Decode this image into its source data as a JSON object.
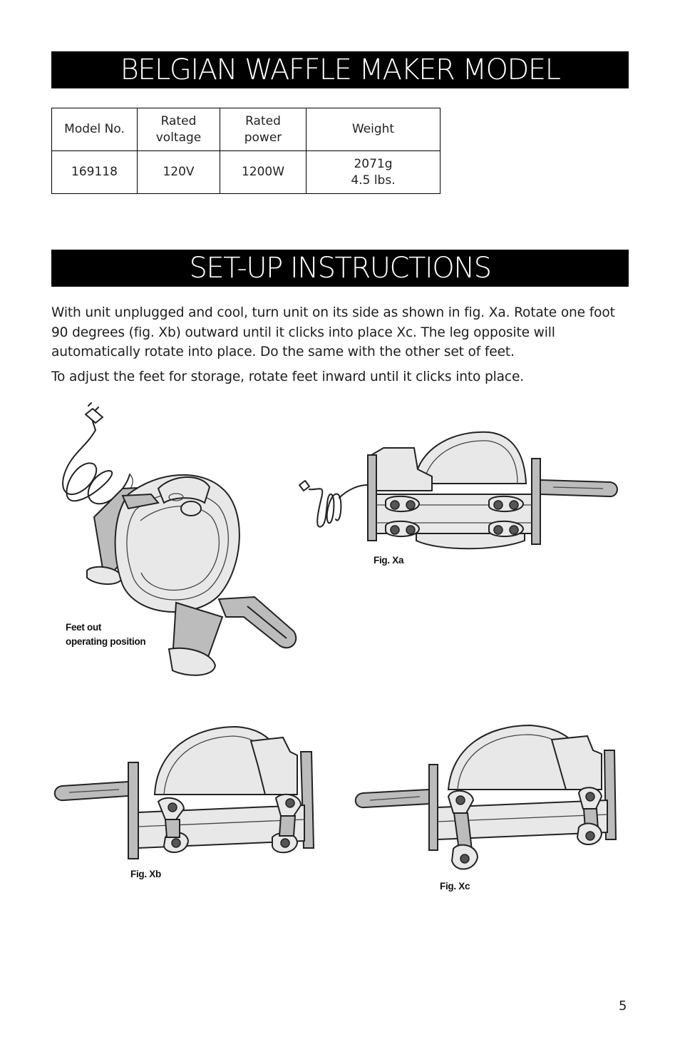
{
  "sections": {
    "model_heading": "BELGIAN WAFFLE MAKER MODEL",
    "setup_heading": "SET-UP INSTRUCTIONS"
  },
  "spec_table": {
    "headers": [
      [
        "Model No."
      ],
      [
        "Rated",
        "voltage"
      ],
      [
        "Rated",
        "power"
      ],
      [
        "Weight"
      ]
    ],
    "row": [
      [
        "169118"
      ],
      [
        "120V"
      ],
      [
        "1200W"
      ],
      [
        "2071g",
        "4.5 lbs."
      ]
    ]
  },
  "instructions": {
    "paragraph_1": "With unit unplugged and cool, turn unit on its side as shown in fig. Xa. Rotate one foot 90 degrees (fig. Xb) outward until it clicks into place Xc. The leg opposite will automatically rotate into place. Do the same with the other set of feet.",
    "paragraph_2": "To adjust the feet for storage, rotate feet inward until it clicks into place."
  },
  "figures": {
    "operating": {
      "caption_line1": "Feet out",
      "caption_line2": "operating position"
    },
    "xa": {
      "caption": "Fig. Xa"
    },
    "xb": {
      "caption": "Fig. Xb"
    },
    "xc": {
      "caption": "Fig. Xc"
    }
  },
  "page_number": "5"
}
